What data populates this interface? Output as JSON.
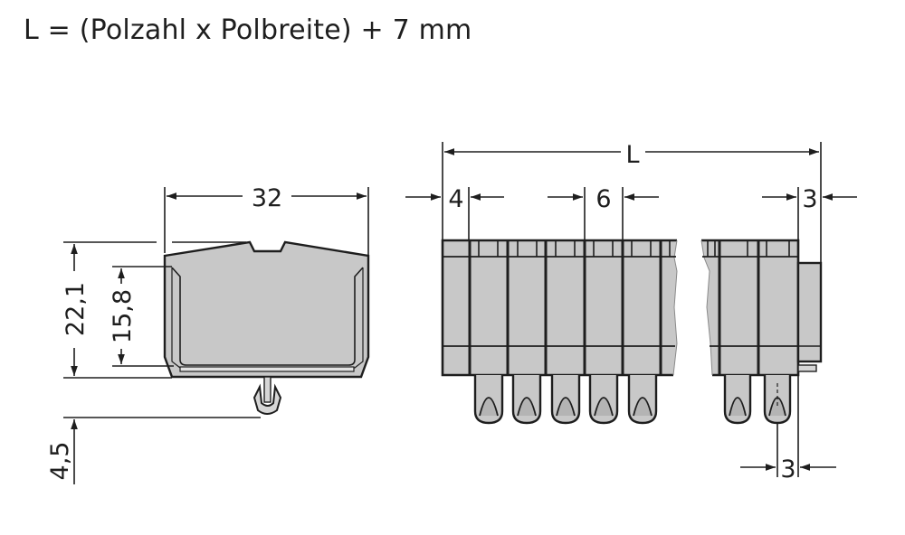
{
  "formula": {
    "text": "L = (Polzahl x Polbreite) + 7 mm"
  },
  "side_view": {
    "width_label": "32",
    "total_height_label": "22,1",
    "body_height_label": "15,8",
    "foot_height_label": "4,5"
  },
  "front_view": {
    "length_label": "L",
    "end_plate_label": "4",
    "pitch_label": "6",
    "pin_count_left": 5
  },
  "end_view": {
    "plate_offset_label": "3",
    "pin_offset_label": "3",
    "pin_count": 2
  },
  "colors": {
    "line": "#1e1e1e",
    "body_fill": "#c8c8c8",
    "background": "#ffffff"
  }
}
